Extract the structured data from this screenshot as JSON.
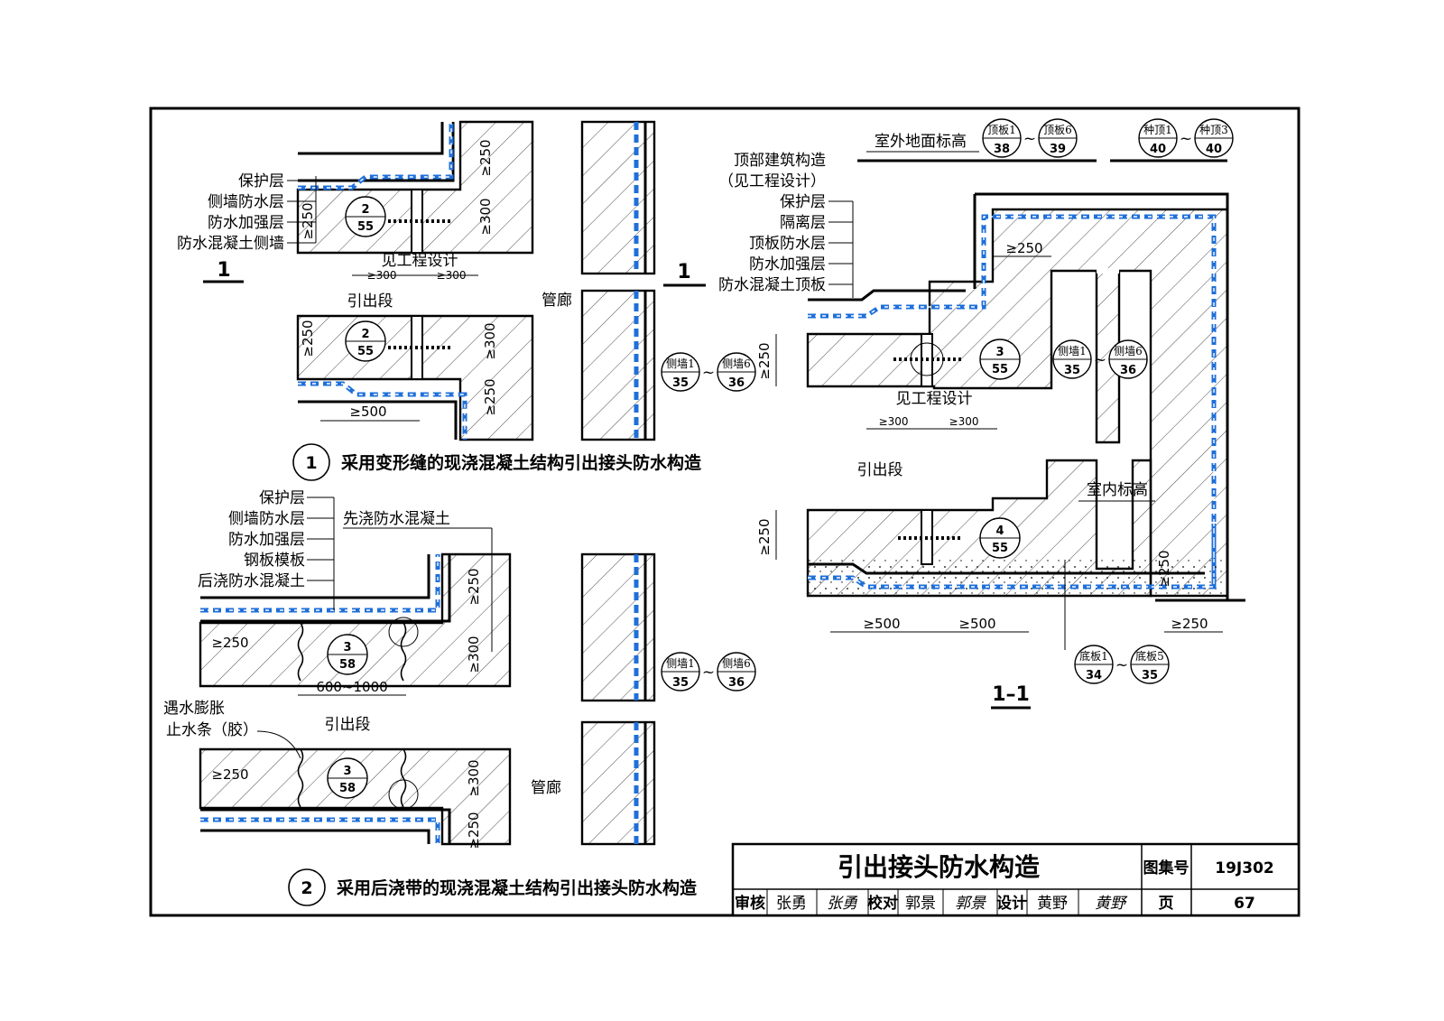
{
  "colors": {
    "membrane_blue": "#1e6fd9",
    "line": "#000000",
    "paper": "#ffffff"
  },
  "detail1": {
    "section_mark": "1",
    "labels": [
      "保护层",
      "侧墙防水层",
      "防水加强层",
      "防水混凝土侧墙"
    ],
    "callout": {
      "num": "2",
      "page": "55"
    },
    "dims": {
      "d250": "≥250",
      "d300": "≥300",
      "d500": "≥500",
      "see_design": "见工程设计"
    },
    "lead_out": "引出段",
    "gallery": "管廊",
    "wall_ref_a": {
      "name": "侧墙1",
      "page": "35"
    },
    "wall_ref_b": {
      "name": "侧墙6",
      "page": "36"
    },
    "tilde": "~",
    "caption_num": "1",
    "caption": "采用变形缝的现浇混凝土结构引出接头防水构造"
  },
  "detail2": {
    "labels": [
      "保护层",
      "侧墙防水层",
      "防水加强层",
      "钢板模板",
      "后浇防水混凝土"
    ],
    "pre_cast": "先浇防水混凝土",
    "callout": {
      "num": "3",
      "page": "58"
    },
    "dims": {
      "d250": "≥250",
      "d300": "≥300",
      "range": "600~1000"
    },
    "lead_out": "引出段",
    "swell_strip_1": "遇水膨胀",
    "swell_strip_2": "止水条（胶）",
    "gallery": "管廊",
    "wall_ref_a": {
      "name": "侧墙1",
      "page": "35"
    },
    "wall_ref_b": {
      "name": "侧墙6",
      "page": "36"
    },
    "tilde": "~",
    "caption_num": "2",
    "caption": "采用后浇带的现浇混凝土结构引出接头防水构造"
  },
  "section11": {
    "section_mark": "1",
    "ground_label": "室外地面标高",
    "roof_ref_a": {
      "name": "顶板1",
      "page": "38"
    },
    "roof_ref_b": {
      "name": "顶板6",
      "page": "39"
    },
    "plant_ref_a": {
      "name": "种顶1",
      "page": "40"
    },
    "plant_ref_b": {
      "name": "种顶3",
      "page": "40"
    },
    "labels": [
      "顶部建筑构造",
      "（见工程设计）",
      "保护层",
      "隔离层",
      "顶板防水层",
      "防水加强层",
      "防水混凝土顶板"
    ],
    "callout_top": {
      "num": "3",
      "page": "55"
    },
    "callout_bottom": {
      "num": "4",
      "page": "55"
    },
    "wall_ref_a": {
      "name": "侧墙1",
      "page": "35"
    },
    "wall_ref_b": {
      "name": "侧墙6",
      "page": "36"
    },
    "floor_ref_a": {
      "name": "底板1",
      "page": "34"
    },
    "floor_ref_b": {
      "name": "底板5",
      "page": "35"
    },
    "tilde": "~",
    "dims": {
      "d250": "≥250",
      "d300": "≥300",
      "d500": "≥500",
      "see_design": "见工程设计"
    },
    "lead_out": "引出段",
    "indoor_label": "室内标高",
    "title": "1–1"
  },
  "title_block": {
    "title": "引出接头防水构造",
    "atlas_label": "图集号",
    "atlas_no": "19J302",
    "review_label": "审核",
    "reviewer": "张勇",
    "check_label": "校对",
    "checker": "郭景",
    "design_label": "设计",
    "designer": "黄野",
    "page_label": "页",
    "page_no": "67"
  }
}
